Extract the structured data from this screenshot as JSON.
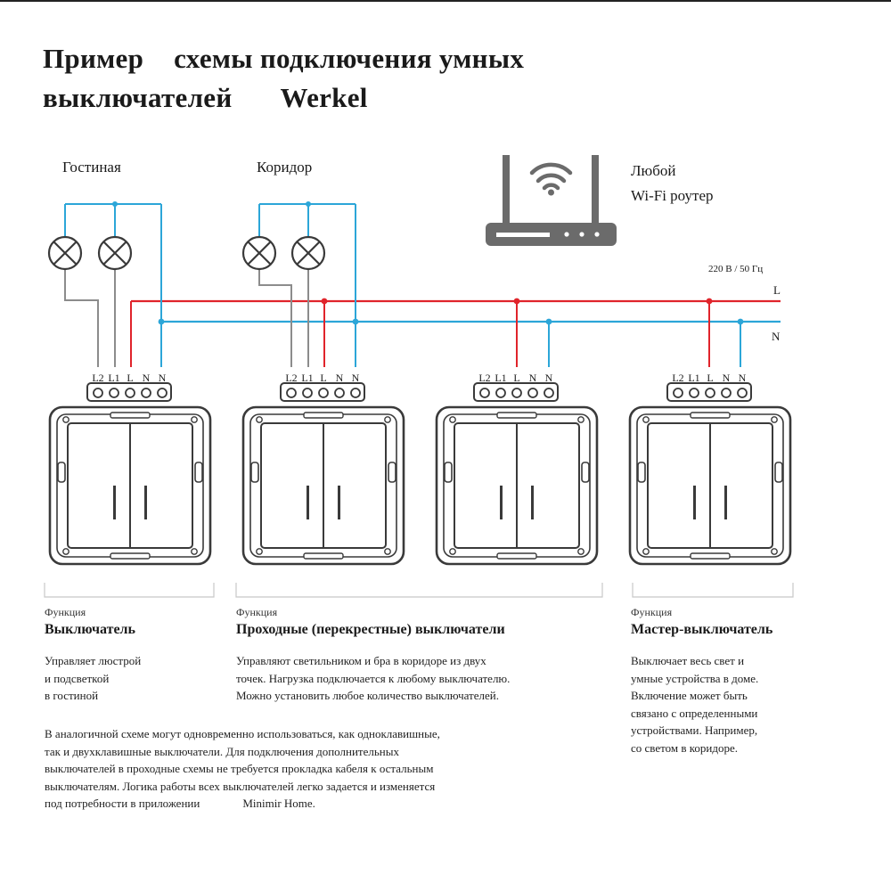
{
  "title": {
    "line1_a": "Пример",
    "line1_b": "схемы подключения умных",
    "line2_a": "выключателей",
    "line2_b": "Werkel"
  },
  "rooms": {
    "living": "Гостиная",
    "corridor": "Коридор"
  },
  "router": {
    "line1": "Любой",
    "line2": "Wi-Fi  роутер"
  },
  "power": {
    "spec": "220 В / 50 Гц",
    "line_L": "L",
    "line_N": "N"
  },
  "terminal_labels": [
    "L2",
    "L1",
    "L",
    "N",
    "N"
  ],
  "functions": [
    {
      "label": "Функция",
      "title": "Выключатель",
      "desc": [
        "Управляет люстрой",
        "и подсветкой",
        "в гостиной"
      ]
    },
    {
      "label": "Функция",
      "title": "Проходные (перекрестные) выключатели",
      "desc": [
        "Управляют светильником и бра в коридоре из двух",
        "точек. Нагрузка подключается к любому выключателю.",
        "Можно установить любое количество выключателей."
      ]
    },
    {
      "label": "Функция",
      "title": "Мастер-выключатель",
      "desc": [
        "Выключает весь свет и",
        "умные устройства в доме.",
        "Включение может быть",
        "связано с определенными",
        "устройствами. Например,",
        "со светом в коридоре."
      ]
    }
  ],
  "bottom_text": {
    "lines": [
      "В аналогичной схеме могут одновременно использоваться, как одноклавишные,",
      "так и двухклавишные выключатели. Для подключения дополнительных",
      "выключателей в проходные схемы не требуется прокладка кабеля к остальным",
      "выключателям. Логика работы всех выключателей легко задается и изменяется"
    ],
    "last_a": "под потребности в приложении",
    "last_b": "Minimir Home."
  },
  "colors": {
    "phase": "#e0242b",
    "neutral": "#2ca6d8",
    "load": "#8c8c8c",
    "outline": "#3a3a3a",
    "router": "#6b6b6b"
  },
  "icons": [
    "lamp-icon",
    "router-icon",
    "wifi-icon",
    "switch-icon"
  ]
}
